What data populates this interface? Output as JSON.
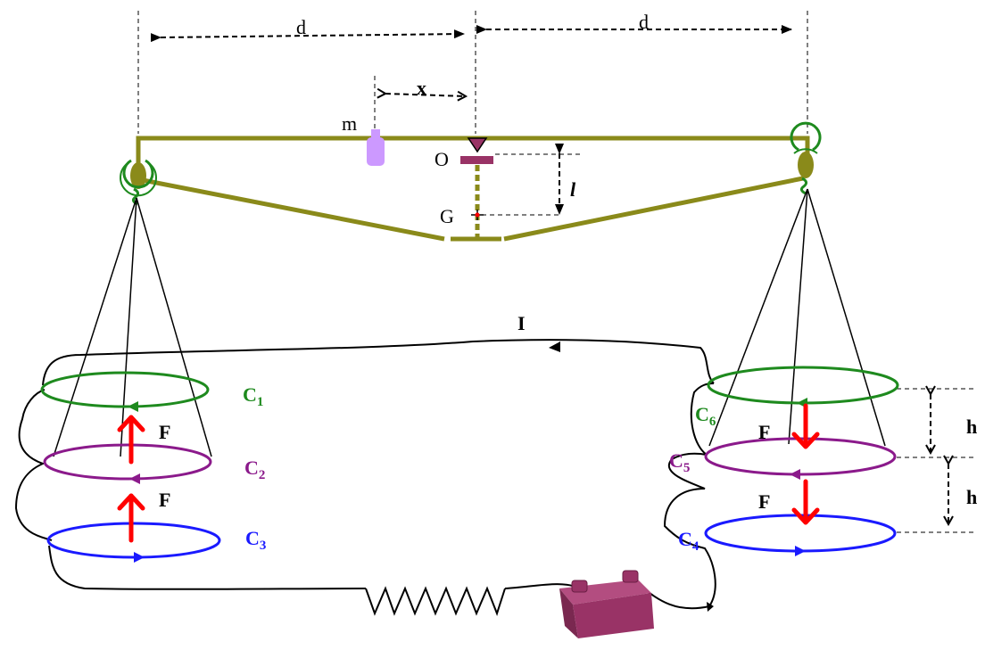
{
  "labels": {
    "d_left": "d",
    "d_right": "d",
    "x": "x",
    "m": "m",
    "O": "O",
    "G": "G",
    "l": "l",
    "I": "I",
    "F_left_upper": "F",
    "F_left_lower": "F",
    "F_right_upper": "F",
    "F_right_lower": "F",
    "h_upper": "h",
    "h_lower": "h"
  },
  "coils": [
    {
      "letter": "C",
      "index": "1",
      "color": "#1e8a1e"
    },
    {
      "letter": "C",
      "index": "2",
      "color": "#8b1a8b"
    },
    {
      "letter": "C",
      "index": "3",
      "color": "#1a1aff"
    },
    {
      "letter": "C",
      "index": "4",
      "color": "#1a1aff"
    },
    {
      "letter": "C",
      "index": "5",
      "color": "#8b1a8b"
    },
    {
      "letter": "C",
      "index": "6",
      "color": "#1e8a1e"
    }
  ],
  "colors": {
    "beam": "#8a8a1a",
    "force_arrow": "#ff0000",
    "pivot": "#993366",
    "mass": "#cc99ff",
    "battery": "#993366",
    "wire": "#000000"
  }
}
